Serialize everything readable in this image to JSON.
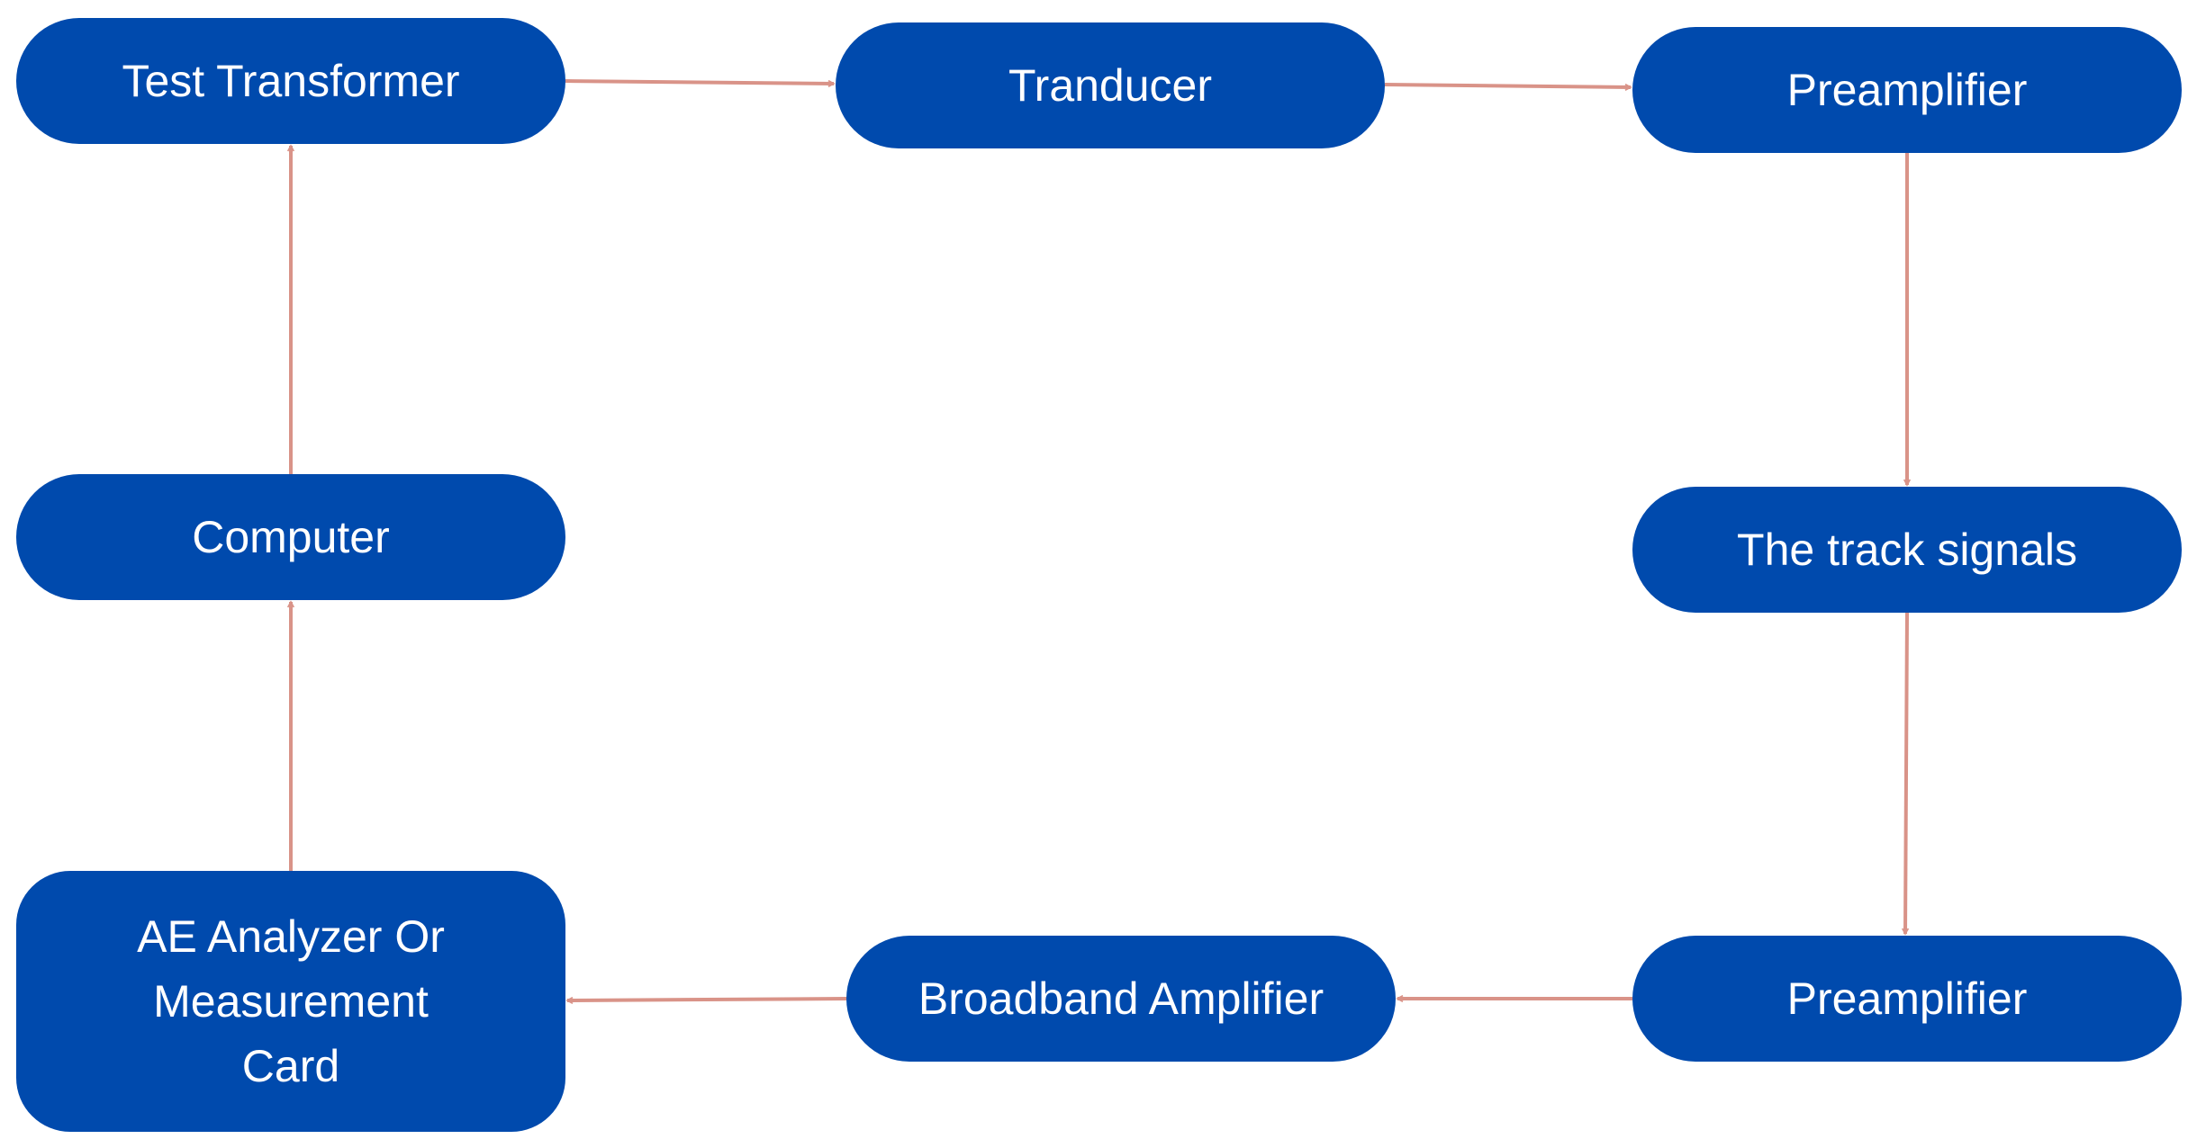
{
  "colors": {
    "node_fill": "#004aad",
    "node_text": "#ffffff",
    "connector": "#d99388",
    "background": "#ffffff"
  },
  "nodes": {
    "test_transformer": "Test Transformer",
    "tranducer": "Tranducer",
    "preamplifier_top": "Preamplifier",
    "track_signals": "The track signals",
    "preamplifier_bottom": "Preamplifier",
    "broadband_amplifier": "Broadband Amplifier",
    "ae_analyzer_lines": [
      "AE Analyzer Or",
      "Measurement",
      "Card"
    ],
    "computer": "Computer"
  },
  "edges": [
    {
      "from": "test_transformer",
      "to": "tranducer"
    },
    {
      "from": "tranducer",
      "to": "preamplifier_top"
    },
    {
      "from": "preamplifier_top",
      "to": "track_signals"
    },
    {
      "from": "track_signals",
      "to": "preamplifier_bottom"
    },
    {
      "from": "preamplifier_bottom",
      "to": "broadband_amplifier"
    },
    {
      "from": "broadband_amplifier",
      "to": "ae_analyzer"
    },
    {
      "from": "ae_analyzer",
      "to": "computer"
    },
    {
      "from": "computer",
      "to": "test_transformer"
    }
  ]
}
